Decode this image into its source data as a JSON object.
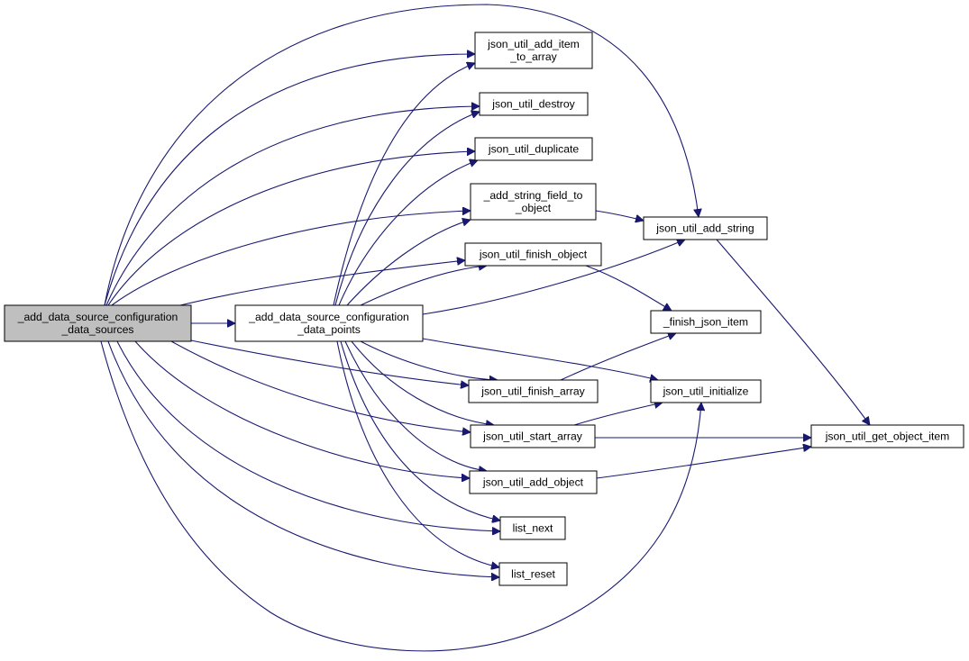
{
  "diagram": {
    "nodes": {
      "root": [
        "_add_data_source_configuration",
        "_data_sources"
      ],
      "data_points": [
        "_add_data_source_configuration",
        "_data_points"
      ],
      "add_item_to_array": [
        "json_util_add_item",
        "_to_array"
      ],
      "destroy": [
        "json_util_destroy"
      ],
      "duplicate": [
        "json_util_duplicate"
      ],
      "add_string_field": [
        "_add_string_field_to",
        "_object"
      ],
      "finish_object": [
        "json_util_finish_object"
      ],
      "add_string": [
        "json_util_add_string"
      ],
      "finish_json_item": [
        "_finish_json_item"
      ],
      "finish_array": [
        "json_util_finish_array"
      ],
      "initialize": [
        "json_util_initialize"
      ],
      "start_array": [
        "json_util_start_array"
      ],
      "get_object_item": [
        "json_util_get_object_item"
      ],
      "add_object": [
        "json_util_add_object"
      ],
      "list_next": [
        "list_next"
      ],
      "list_reset": [
        "list_reset"
      ]
    },
    "edges": [
      [
        "root",
        "data_points"
      ],
      [
        "root",
        "add_item_to_array"
      ],
      [
        "root",
        "destroy"
      ],
      [
        "root",
        "duplicate"
      ],
      [
        "root",
        "add_string_field"
      ],
      [
        "root",
        "finish_object"
      ],
      [
        "root",
        "add_string"
      ],
      [
        "root",
        "finish_array"
      ],
      [
        "root",
        "start_array"
      ],
      [
        "root",
        "add_object"
      ],
      [
        "root",
        "list_next"
      ],
      [
        "root",
        "list_reset"
      ],
      [
        "root",
        "initialize"
      ],
      [
        "data_points",
        "add_item_to_array"
      ],
      [
        "data_points",
        "destroy"
      ],
      [
        "data_points",
        "duplicate"
      ],
      [
        "data_points",
        "add_string_field"
      ],
      [
        "data_points",
        "finish_object"
      ],
      [
        "data_points",
        "add_string"
      ],
      [
        "data_points",
        "finish_array"
      ],
      [
        "data_points",
        "initialize"
      ],
      [
        "data_points",
        "start_array"
      ],
      [
        "data_points",
        "add_object"
      ],
      [
        "data_points",
        "list_next"
      ],
      [
        "data_points",
        "list_reset"
      ],
      [
        "add_string_field",
        "add_string"
      ],
      [
        "add_string",
        "get_object_item"
      ],
      [
        "finish_object",
        "finish_json_item"
      ],
      [
        "finish_array",
        "finish_json_item"
      ],
      [
        "start_array",
        "initialize"
      ],
      [
        "start_array",
        "get_object_item"
      ],
      [
        "add_object",
        "get_object_item"
      ]
    ]
  }
}
